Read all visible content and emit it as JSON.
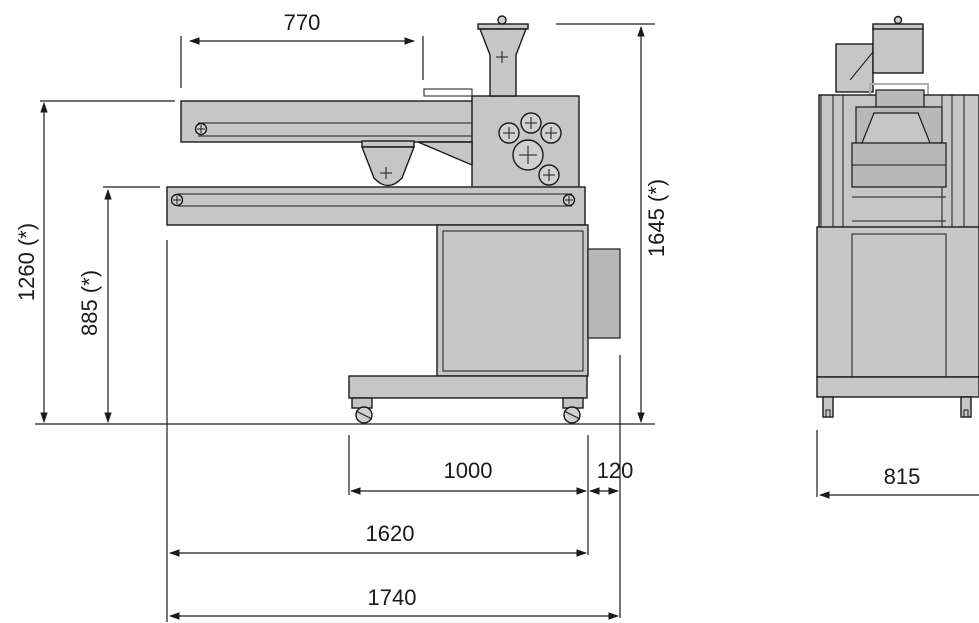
{
  "dimensions": {
    "top_width": "770",
    "table_height": "1260 (*)",
    "lower_table_height": "885 (*)",
    "total_height": "1645 (*)",
    "base_width": "1000",
    "handle_offset": "120",
    "length_without_handle": "1620",
    "total_length": "1740",
    "side_width": "815"
  }
}
